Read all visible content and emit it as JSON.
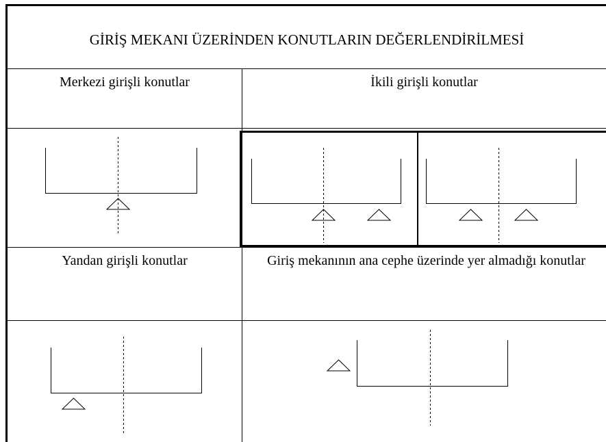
{
  "title": "GİRİŞ MEKANI ÜZERİNDEN KONUTLARIN DEĞERLENDİRİLMESİ",
  "categories": {
    "central": "Merkezi girişli konutlar",
    "double": "İkili girişli konutlar",
    "side": "Yandan girişli konutlar",
    "off_facade": "Giriş mekanının ana cephe üzerinde yer almadığı konutlar"
  }
}
